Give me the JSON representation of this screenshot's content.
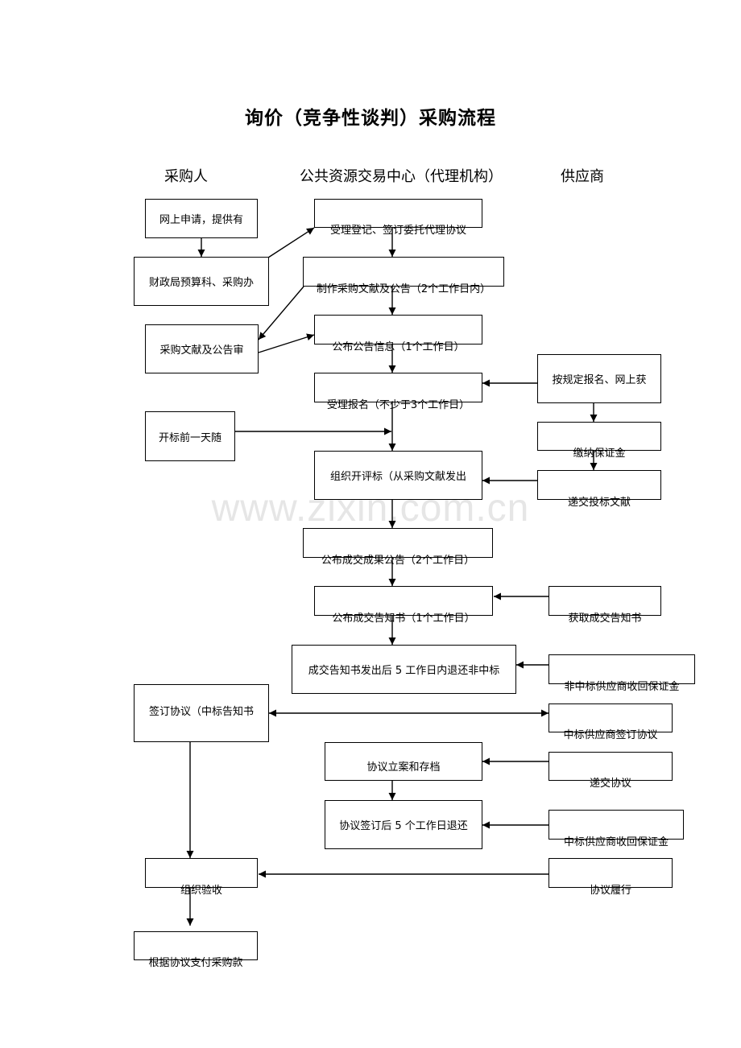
{
  "title": "询价（竞争性谈判）采购流程",
  "columns": {
    "purchaser": "采购人",
    "center": "公共资源交易中心（代理机构）",
    "supplier": "供应商"
  },
  "watermark": "www.zixin.com.cn",
  "nodes": {
    "purchaser": {
      "online_apply": "网上申请，提供有",
      "finance_bureau": "财政局预算科、采购办",
      "doc_review": "采购文献及公告审",
      "day_before_opening": "开标前一天随",
      "sign_agreement": "签订协议（中标告知书",
      "acceptance": "组织验收",
      "payment": "根据协议支付采购款"
    },
    "center": {
      "accept_register": "受理登记、签订委托代理协议",
      "make_docs": "制作采购文献及公告（2个工作日内）",
      "publish_notice": "公布公告信息（1个工作日）",
      "accept_signup": "受理报名（不少于3个工作日）",
      "organize_opening": "组织开评标（从采购文献发出",
      "publish_result": "公布成交成果公告（2个工作日）",
      "publish_notice_letter": "公布成交告知书（1个工作日）",
      "refund_deposit": "成交告知书发出后 5 工作日内退还非中标",
      "archive": "协议立案和存档",
      "refund_after_sign": "协议签订后 5 个工作日退还"
    },
    "supplier": {
      "signup": "按规定报名、网上获",
      "pay_deposit": "缴纳保证金",
      "submit_bid": "递交投标文献",
      "get_notice": "获取成交告知书",
      "nonwinner_refund": "非中标供应商收回保证金",
      "winner_sign": "中标供应商签订协议",
      "submit_agreement": "递交协议",
      "winner_refund": "中标供应商收回保证金",
      "perform": "协议履行"
    }
  }
}
